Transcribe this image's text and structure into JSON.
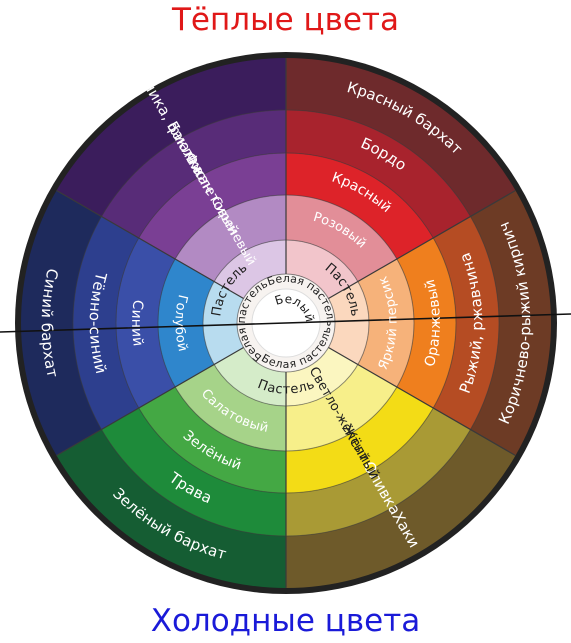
{
  "titles": {
    "warm": "Тёплые цвета",
    "cold": "Холодные цвета",
    "warm_color": "#e01818",
    "cold_color": "#1a1ad8"
  },
  "center": {
    "label": "Белый"
  },
  "sectors": [
    {
      "rings": [
        {
          "text": "Красный бархат",
          "color": "#6e2a2c"
        },
        {
          "text": "Бордо",
          "color": "#a8232d"
        },
        {
          "text": "Красный",
          "color": "#dd2329"
        },
        {
          "text": "Розовый",
          "color": "#e28e98"
        }
      ]
    },
    {
      "rings": [
        {
          "text": "Коричнево-рыжий кирпич",
          "color": "#6d3b25"
        },
        {
          "text": "Рыжий, ржавчина",
          "color": "#b54c23"
        },
        {
          "text": "Оранжевый",
          "color": "#ef7f1e"
        },
        {
          "text": "Яркий персик",
          "color": "#f6b27a"
        }
      ]
    },
    {
      "rings": [
        {
          "text": "Хаки",
          "color": "#6e5a2a"
        },
        {
          "text": "Оливка",
          "color": "#a99a35"
        },
        {
          "text": "Жёлтый",
          "color": "#f3dc16"
        },
        {
          "text": "Светло-жёлтый",
          "color": "#f7ef8a"
        }
      ]
    },
    {
      "rings": [
        {
          "text": "Зелёный бархат",
          "color": "#155d33"
        },
        {
          "text": "Трава",
          "color": "#1e8b3a"
        },
        {
          "text": "Зелёный",
          "color": "#44a844"
        },
        {
          "text": "Салатовый",
          "color": "#a6d389"
        }
      ]
    },
    {
      "rings": [
        {
          "text": "Синий бархат",
          "color": "#1e2a5c"
        },
        {
          "text": "Тёмно-синий",
          "color": "#2d3f8e"
        },
        {
          "text": "Синий",
          "color": "#3a4fa8"
        },
        {
          "text": "Голубой",
          "color": "#2f86cc"
        }
      ]
    },
    {
      "rings": [
        {
          "text": "Черника, фиалка",
          "color": "#3b1d5c"
        },
        {
          "text": "Баклажан",
          "color": "#582c78"
        },
        {
          "text": "Фиолетовый",
          "color": "#7a3f94"
        },
        {
          "text": "Сиреневый",
          "color": "#b28ac3"
        }
      ]
    }
  ],
  "pastel_ring": {
    "colors": [
      "#f2c5cb",
      "#fbd8be",
      "#fbf6c0",
      "#d5ecc9",
      "#b8dcef",
      "#dcc6e5"
    ],
    "labels": [
      "Пастель",
      "Пастель",
      "Пастель"
    ]
  },
  "white_pastel": {
    "labels": [
      "Белая пастель",
      "Белая пастель",
      "Белая пастель"
    ]
  },
  "colors": {
    "outer_ring": "#222222",
    "divider": "#3a3a3a",
    "axis_line": "#111111"
  }
}
